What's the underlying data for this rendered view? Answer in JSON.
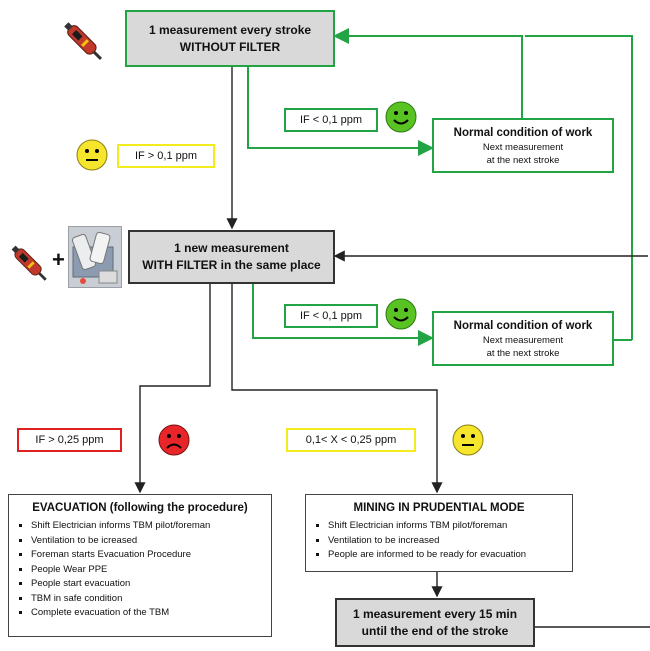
{
  "boxes": {
    "top": {
      "line1": "1 measurement every stroke",
      "line2": "WITHOUT FILTER"
    },
    "filter": {
      "line1": "1  new measurement",
      "line2": "WITH FILTER in the same place"
    },
    "normal1": {
      "title": "Normal condition of work",
      "sub1": "Next measurement",
      "sub2": "at the next stroke"
    },
    "normal2": {
      "title": "Normal condition of work",
      "sub1": "Next measurement",
      "sub2": "at the next stroke"
    },
    "measure15": {
      "line1": "1  measurement every 15 min",
      "line2": "until the end of the stroke"
    }
  },
  "conditions": {
    "if_lt_1": "IF < 0,1 ppm",
    "if_gt_1": "IF  > 0,1 ppm",
    "if_lt_2": "IF < 0,1 ppm",
    "if_gt_25": "IF > 0,25 ppm",
    "range": "0,1< X < 0,25 ppm"
  },
  "evacuation": {
    "title": "EVACUATION (following the procedure)",
    "items": [
      "Shift Electrician informs TBM pilot/foreman",
      "Ventilation to be icreased",
      "Foreman starts Evacuation Procedure",
      "People Wear PPE",
      "People start evacuation",
      "TBM in safe condition",
      "Complete evacuation of the TBM"
    ]
  },
  "prudential": {
    "title": "MINING IN PRUDENTIAL MODE",
    "items": [
      "Shift Electrician informs TBM pilot/foreman",
      "Ventilation to be increased",
      "People are informed to be ready for evacuation"
    ]
  },
  "symbols": {
    "plus": "+"
  },
  "icons": [
    "gas-detector-icon",
    "filter-kit-photo",
    "happy-face-icon",
    "neutral-face-icon",
    "sad-face-icon"
  ],
  "colors": {
    "green": "#22a344",
    "yellow": "#f2ec1c",
    "red": "#e02020",
    "grey_box": "#d9d9d9",
    "happy": "#58c322",
    "neutral": "#f5e62d",
    "sad": "#e8262a"
  }
}
